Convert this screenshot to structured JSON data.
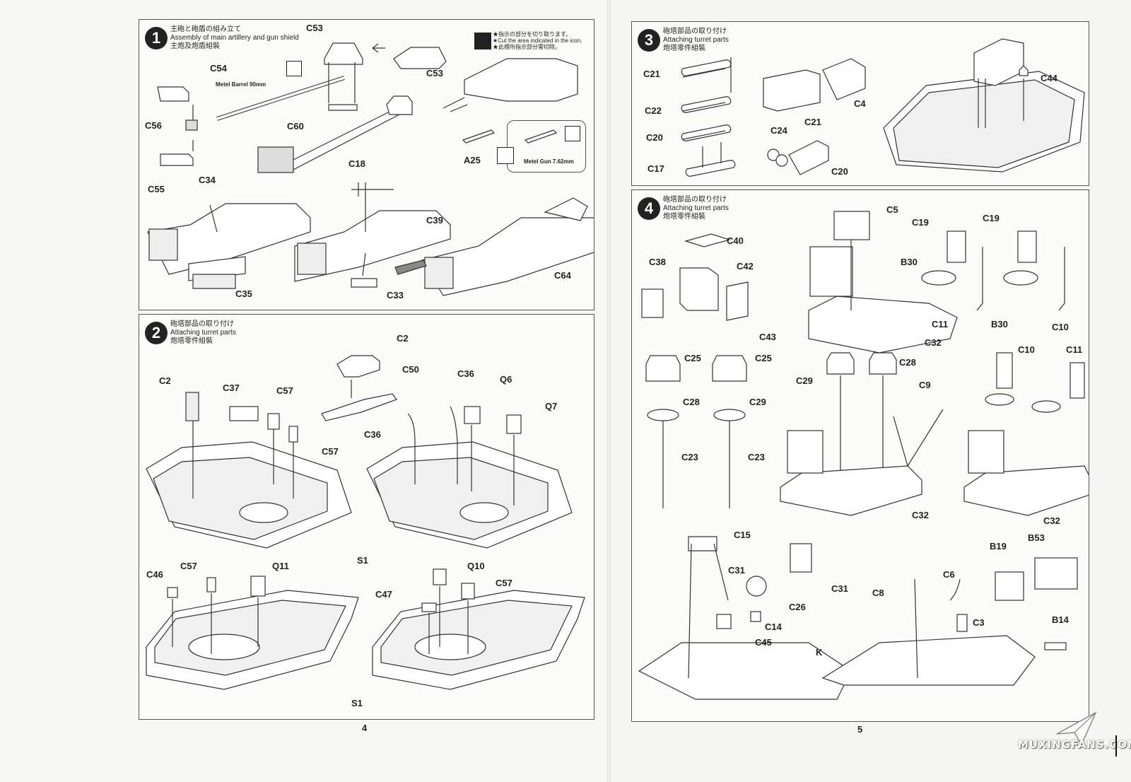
{
  "pages": {
    "left_number": "4",
    "right_number": "5"
  },
  "steps": {
    "s1": {
      "num": "1",
      "jp": "主砲と砲盾の組み立て",
      "en": "Assembly of main artillery and gun shield",
      "cn": "主炮及炮盾組裝"
    },
    "s2": {
      "num": "2",
      "jp": "砲塔部品の取り付け",
      "en": "Attaching turret parts",
      "cn": "炮塔零件組裝"
    },
    "s3": {
      "num": "3",
      "jp": "砲塔部品の取り付け",
      "en": "Attaching turret parts",
      "cn": "炮塔零件組裝"
    },
    "s4": {
      "num": "4",
      "jp": "砲塔部品の取り付け",
      "en": "Attaching turret parts",
      "cn": "炮塔零件組裝"
    }
  },
  "step1": {
    "cut_note": [
      "★指示の部分を切り取ります。",
      "★Cut the area indicated in the icon.",
      "★此標所指示部分需切除。"
    ],
    "barrel_label": "Metel Barrel 90mm",
    "gun_label": "Metel Gun 7.62mm",
    "parts": [
      "C53",
      "C53",
      "C54",
      "C56",
      "C60",
      "C55",
      "A25",
      "C34",
      "C18",
      "C35",
      "C39",
      "C33",
      "C64"
    ]
  },
  "step2": {
    "parts": [
      "C2",
      "C50",
      "C2",
      "C37",
      "C57",
      "C57",
      "C36",
      "Q6",
      "C36",
      "Q7",
      "S1",
      "C46",
      "C57",
      "Q11",
      "Q10",
      "C47",
      "C57",
      "S1"
    ]
  },
  "step3": {
    "parts": [
      "C21",
      "C22",
      "C20",
      "C17",
      "C21",
      "C4",
      "C24",
      "C20",
      "C44"
    ]
  },
  "step4": {
    "parts": [
      "C5",
      "C40",
      "C42",
      "C38",
      "C43",
      "C32",
      "C19",
      "C19",
      "B30",
      "C11",
      "B30",
      "C10",
      "C25",
      "C25",
      "C28",
      "C29",
      "C23",
      "C23",
      "C29",
      "C28",
      "C9",
      "C32",
      "C10",
      "C11",
      "C32",
      "C15",
      "C31",
      "C31",
      "C26",
      "C14",
      "C45",
      "K",
      "C8",
      "C6",
      "C3",
      "B19",
      "B53",
      "B14"
    ]
  },
  "watermark": "MUXINGFANS.COM"
}
